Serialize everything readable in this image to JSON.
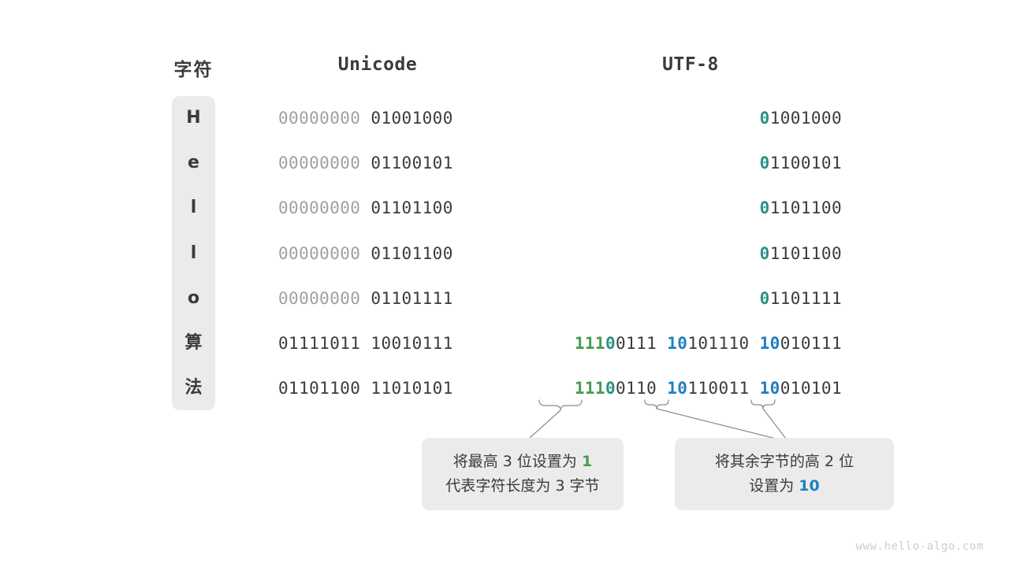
{
  "title": "UTF-8 encoding diagram",
  "headers": {
    "character": "字符",
    "unicode": "Unicode",
    "utf8": "UTF-8"
  },
  "colors": {
    "green": "#4a9a52",
    "teal": "#2a9183",
    "blue": "#1f80c4",
    "dark": "#3b3b3b",
    "dim": "#a0a0a0",
    "panel": "#ebebeb"
  },
  "rows": [
    {
      "char": "H",
      "unicode_high": "00000000",
      "unicode_low": "01001000",
      "utf8_bytes": [
        {
          "marker": "0",
          "marker_color": "teal",
          "rest": "1001000"
        }
      ]
    },
    {
      "char": "e",
      "unicode_high": "00000000",
      "unicode_low": "01100101",
      "utf8_bytes": [
        {
          "marker": "0",
          "marker_color": "teal",
          "rest": "1100101"
        }
      ]
    },
    {
      "char": "l",
      "unicode_high": "00000000",
      "unicode_low": "01101100",
      "utf8_bytes": [
        {
          "marker": "0",
          "marker_color": "teal",
          "rest": "1101100"
        }
      ]
    },
    {
      "char": "l",
      "unicode_high": "00000000",
      "unicode_low": "01101100",
      "utf8_bytes": [
        {
          "marker": "0",
          "marker_color": "teal",
          "rest": "1101100"
        }
      ]
    },
    {
      "char": "o",
      "unicode_high": "00000000",
      "unicode_low": "01101111",
      "utf8_bytes": [
        {
          "marker": "0",
          "marker_color": "teal",
          "rest": "1101111"
        }
      ]
    },
    {
      "char": "算",
      "unicode_high": "01111011",
      "unicode_low": "10010111",
      "utf8_bytes": [
        {
          "marker": "111",
          "marker_color": "green",
          "marker2": "0",
          "marker2_color": "teal",
          "rest": "0111"
        },
        {
          "marker": "10",
          "marker_color": "blue",
          "rest": "101110"
        },
        {
          "marker": "10",
          "marker_color": "blue",
          "rest": "010111"
        }
      ]
    },
    {
      "char": "法",
      "unicode_high": "01101100",
      "unicode_low": "11010101",
      "utf8_bytes": [
        {
          "marker": "111",
          "marker_color": "green",
          "marker2": "0",
          "marker2_color": "teal",
          "rest": "0110"
        },
        {
          "marker": "10",
          "marker_color": "blue",
          "rest": "110011"
        },
        {
          "marker": "10",
          "marker_color": "blue",
          "rest": "010101"
        }
      ]
    }
  ],
  "callouts": [
    {
      "line1_pre": "将最高 3 位设置为 ",
      "line1_em": "1",
      "line1_em_color": "green",
      "line2": "代表字符长度为 3 字节"
    },
    {
      "line1": "将其余字节的高 2 位",
      "line2_pre": "设置为 ",
      "line2_em": "10",
      "line2_em_color": "blue"
    }
  ],
  "watermark": "www.hello-algo.com"
}
